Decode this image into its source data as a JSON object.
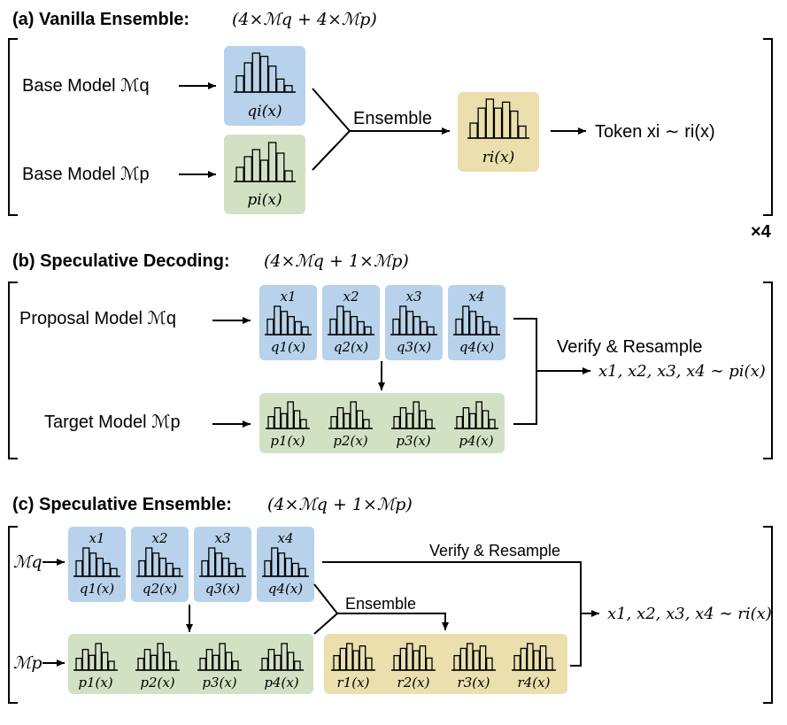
{
  "colors": {
    "blue": "#b7d2ea",
    "green": "#d2e1c3",
    "yellow": "#eadfad",
    "line": "#000000"
  },
  "a": {
    "title": "(a) Vanilla Ensemble:",
    "cost": "(4×ℳq + 4×ℳp)",
    "base_q": "Base Model ℳq",
    "base_p": "Base Model ℳp",
    "q_dist": "qi(x)",
    "p_dist": "pi(x)",
    "r_dist": "ri(x)",
    "ensemble": "Ensemble",
    "token": "Token xi ∼ ri(x)",
    "repeat": "×4"
  },
  "b": {
    "title": "(b) Speculative Decoding:",
    "cost": "(4×ℳq + 1×ℳp)",
    "proposal": "Proposal Model ℳq",
    "target": "Target Model ℳp",
    "tokens": [
      "x1",
      "x2",
      "x3",
      "x4"
    ],
    "q_dists": [
      "q1(x)",
      "q2(x)",
      "q3(x)",
      "q4(x)"
    ],
    "p_dists": [
      "p1(x)",
      "p2(x)",
      "p3(x)",
      "p4(x)"
    ],
    "verify": "Verify & Resample",
    "output": "x1, x2, x3, x4 ∼ pi(x)"
  },
  "c": {
    "title": "(c) Speculative Ensemble:",
    "cost": "(4×ℳq + 1×ℳp)",
    "mq": "ℳq",
    "mp": "ℳp",
    "tokens": [
      "x1",
      "x2",
      "x3",
      "x4"
    ],
    "q_dists": [
      "q1(x)",
      "q2(x)",
      "q3(x)",
      "q4(x)"
    ],
    "p_dists": [
      "p1(x)",
      "p2(x)",
      "p3(x)",
      "p4(x)"
    ],
    "r_dists": [
      "r1(x)",
      "r2(x)",
      "r3(x)",
      "r4(x)"
    ],
    "verify": "Verify & Resample",
    "ensemble": "Ensemble",
    "output": "x1, x2, x3, x4 ∼ ri(x)"
  }
}
